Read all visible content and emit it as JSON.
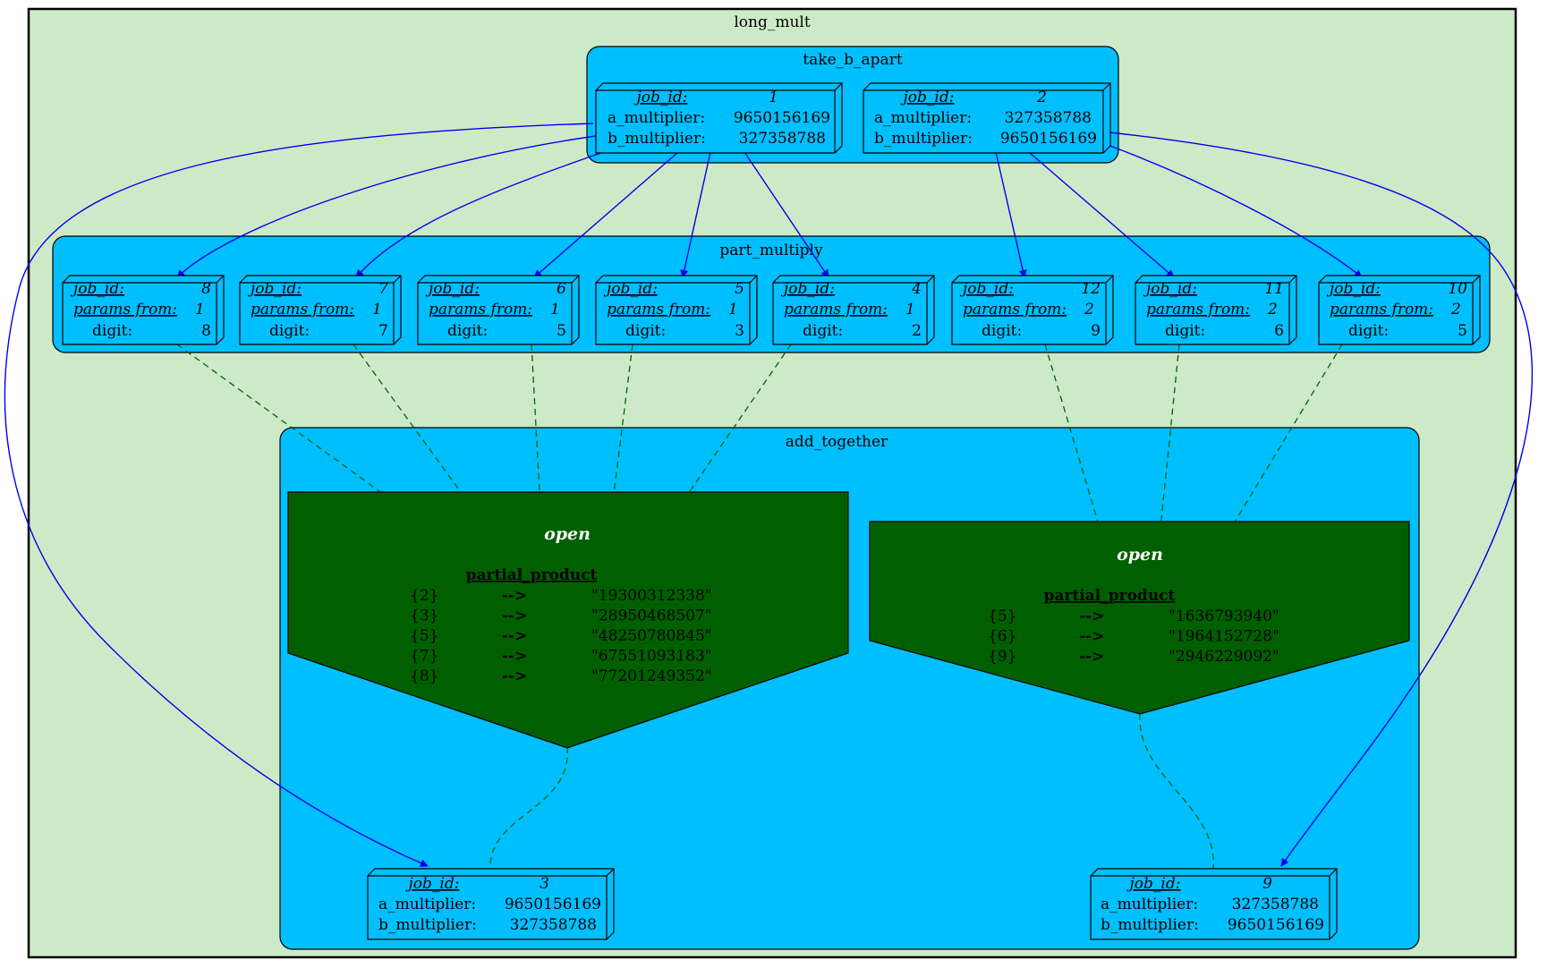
{
  "colors": {
    "outer_fill": "#cdeac8",
    "cluster_fill": "#00bfff",
    "semaphore_fill": "#006000",
    "dataflow_edge": "#0000ee",
    "semaphore_edge": "#006000",
    "border": "#000000"
  },
  "clusters": {
    "outer": "long_mult",
    "take": "take_b_apart",
    "part": "part_multiply",
    "add": "add_together"
  },
  "labels": {
    "job_id": "job_id:",
    "a_multiplier": "a_multiplier:",
    "b_multiplier": "b_multiplier:",
    "params_from": "params from:",
    "digit": "digit:"
  },
  "jobs": {
    "j1": {
      "job_id": "1",
      "a_multiplier": "9650156169",
      "b_multiplier": "327358788"
    },
    "j2": {
      "job_id": "2",
      "a_multiplier": "327358788",
      "b_multiplier": "9650156169"
    },
    "j3": {
      "job_id": "3",
      "a_multiplier": "9650156169",
      "b_multiplier": "327358788"
    },
    "j9": {
      "job_id": "9",
      "a_multiplier": "327358788",
      "b_multiplier": "9650156169"
    }
  },
  "parts": {
    "p8": {
      "job_id": "8",
      "params_from": "1",
      "digit": "8"
    },
    "p7": {
      "job_id": "7",
      "params_from": "1",
      "digit": "7"
    },
    "p6": {
      "job_id": "6",
      "params_from": "1",
      "digit": "5"
    },
    "p5": {
      "job_id": "5",
      "params_from": "1",
      "digit": "3"
    },
    "p4": {
      "job_id": "4",
      "params_from": "1",
      "digit": "2"
    },
    "p12": {
      "job_id": "12",
      "params_from": "2",
      "digit": "9"
    },
    "p11": {
      "job_id": "11",
      "params_from": "2",
      "digit": "6"
    },
    "p10": {
      "job_id": "10",
      "params_from": "2",
      "digit": "5"
    }
  },
  "semaphores": {
    "left": {
      "status": "open",
      "title": "partial_product",
      "arrow": "-->",
      "rows": [
        {
          "key": "{2}",
          "value": "\"19300312338\""
        },
        {
          "key": "{3}",
          "value": "\"28950468507\""
        },
        {
          "key": "{5}",
          "value": "\"48250780845\""
        },
        {
          "key": "{7}",
          "value": "\"67551093183\""
        },
        {
          "key": "{8}",
          "value": "\"77201249352\""
        }
      ]
    },
    "right": {
      "status": "open",
      "title": "partial_product",
      "arrow": "-->",
      "rows": [
        {
          "key": "{5}",
          "value": "\"1636793940\""
        },
        {
          "key": "{6}",
          "value": "\"1964152728\""
        },
        {
          "key": "{9}",
          "value": "\"2946229092\""
        }
      ]
    }
  }
}
